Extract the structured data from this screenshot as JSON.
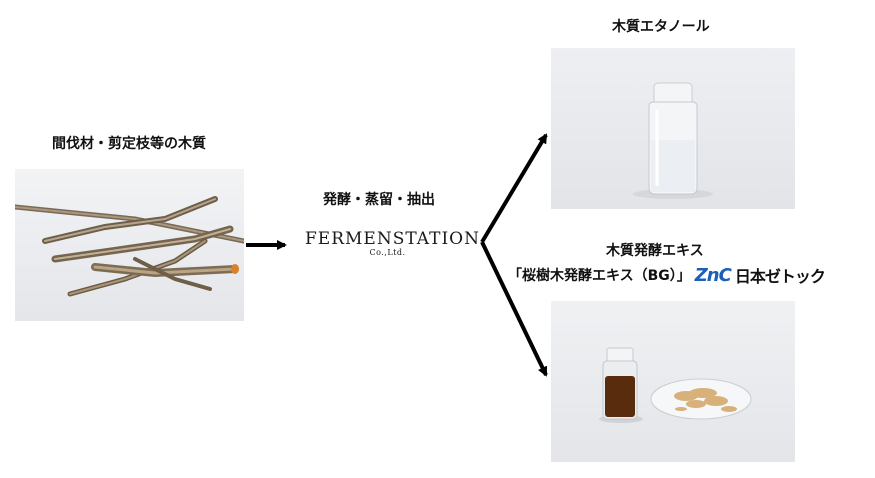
{
  "left": {
    "title": "間伐材・剪定枝等の木質"
  },
  "middle": {
    "process": "発酵・蒸留・抽出",
    "logo_name": "FERMENSTATION",
    "logo_sub": "Co.,Ltd."
  },
  "top_right": {
    "title": "木質エタノール"
  },
  "bottom_right": {
    "title": "木質発酵エキス",
    "product": "「桜樹木発酵エキス（BG）」",
    "partner_logo_mark": "ZnC",
    "partner_logo_text": "日本ゼトック"
  }
}
